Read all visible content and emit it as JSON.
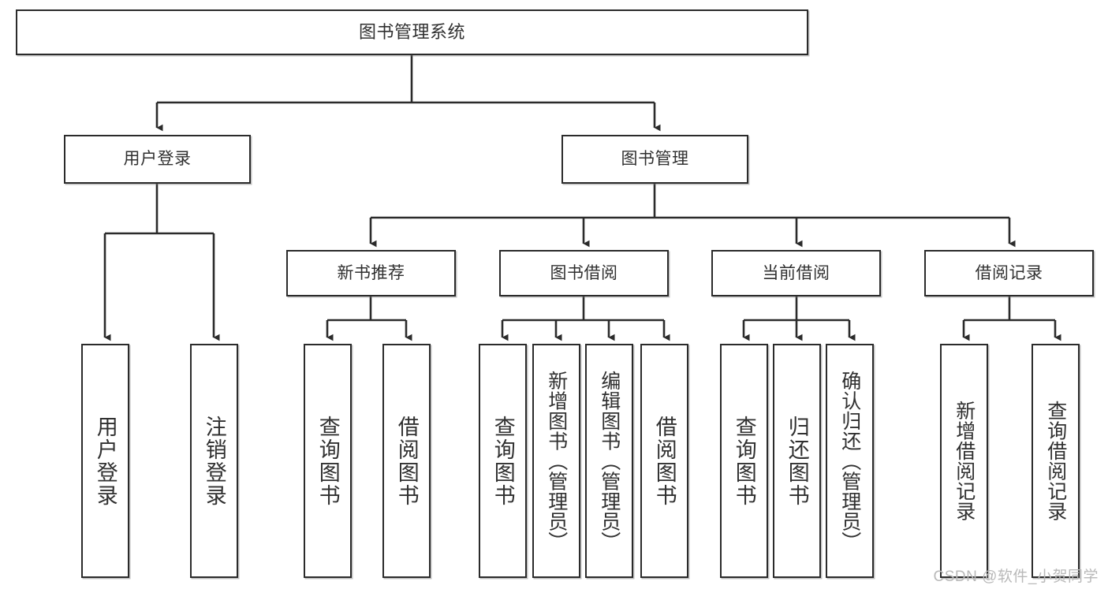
{
  "diagram": {
    "title": "图书管理系统",
    "type": "tree",
    "orientation": "top-down",
    "line_color": "#2b2b2b",
    "box_fill": "#ffffff",
    "text_color": "#303030",
    "nodes": {
      "root": {
        "label": "图书管理系统"
      },
      "level2": [
        {
          "id": "user-login",
          "label": "用户登录"
        },
        {
          "id": "book-manage",
          "label": "图书管理"
        }
      ],
      "level3": [
        {
          "id": "new-book-recommend",
          "label": "新书推荐"
        },
        {
          "id": "book-borrow",
          "label": "图书借阅"
        },
        {
          "id": "current-borrow",
          "label": "当前借阅"
        },
        {
          "id": "borrow-record",
          "label": "借阅记录"
        }
      ],
      "leaves": [
        {
          "id": "leaf-user-login",
          "label": "用户登录",
          "parent": "user-login"
        },
        {
          "id": "leaf-logout",
          "label": "注销登录",
          "parent": "user-login"
        },
        {
          "id": "leaf-query-book-1",
          "label": "查询图书",
          "parent": "new-book-recommend"
        },
        {
          "id": "leaf-borrow-book-1",
          "label": "借阅图书",
          "parent": "new-book-recommend"
        },
        {
          "id": "leaf-query-book-2",
          "label": "查询图书",
          "parent": "book-borrow"
        },
        {
          "id": "leaf-add-book",
          "label": "新增图书（管理员）",
          "parent": "book-borrow"
        },
        {
          "id": "leaf-edit-book",
          "label": "编辑图书（管理员）",
          "parent": "book-borrow"
        },
        {
          "id": "leaf-borrow-book-2",
          "label": "借阅图书",
          "parent": "book-borrow"
        },
        {
          "id": "leaf-query-book-3",
          "label": "查询图书",
          "parent": "current-borrow"
        },
        {
          "id": "leaf-return-book",
          "label": "归还图书",
          "parent": "current-borrow"
        },
        {
          "id": "leaf-confirm-return",
          "label": "确认归还（管理员）",
          "parent": "current-borrow"
        },
        {
          "id": "leaf-add-record",
          "label": "新增借阅记录",
          "parent": "borrow-record"
        },
        {
          "id": "leaf-query-record",
          "label": "查询借阅记录",
          "parent": "borrow-record"
        }
      ]
    }
  },
  "watermark": {
    "text": "CSDN @软件_小贺同学"
  }
}
